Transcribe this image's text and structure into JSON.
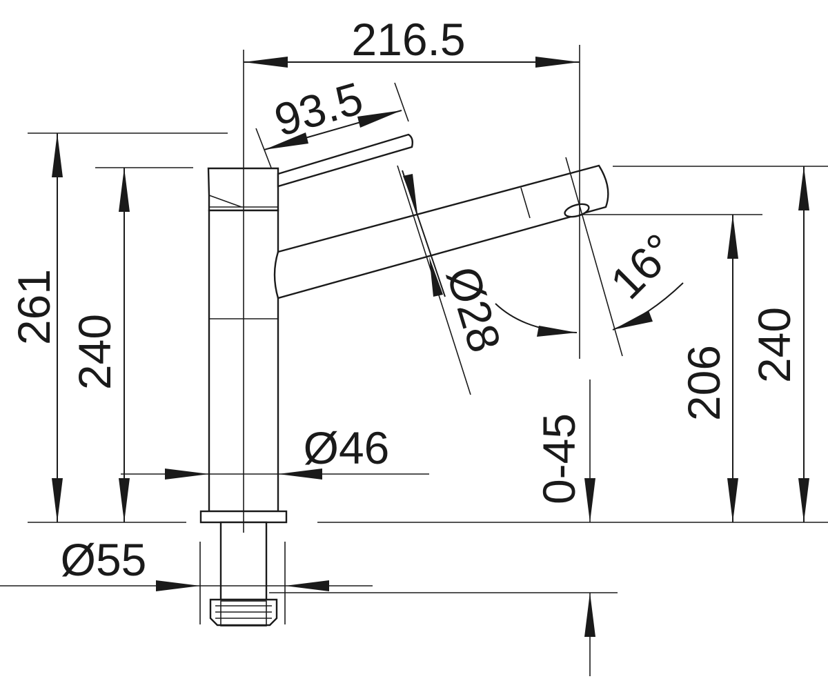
{
  "dimensions": {
    "overall_reach": "216.5",
    "lever_length": "93.5",
    "total_height": "261",
    "body_height": "240",
    "spout_diameter": "Ø28",
    "swivel_angle": "16°",
    "base_diameter": "Ø46",
    "outlet_height": "206",
    "spout_top_height": "240",
    "deck_thickness": "0-45",
    "mounting_hole": "Ø55"
  }
}
